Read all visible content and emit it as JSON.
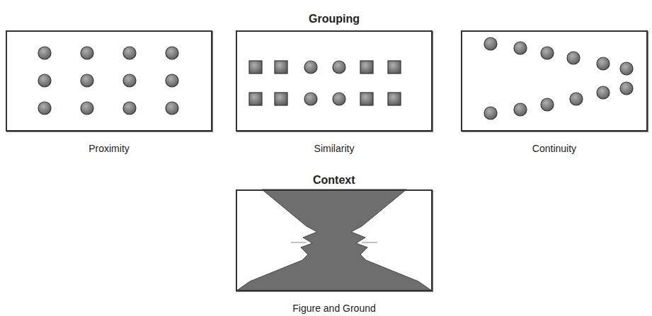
{
  "diagram": {
    "nodes": [
      {
        "text": [
          "Proximity"
        ]
      },
      {
        "text": [
          "Similarity"
        ]
      },
      {
        "text": [
          "Continuity"
        ]
      },
      {
        "text": [
          "Figure and Ground"
        ]
      }
    ],
    "labels": [
      "Grouping",
      "Context"
    ]
  }
}
